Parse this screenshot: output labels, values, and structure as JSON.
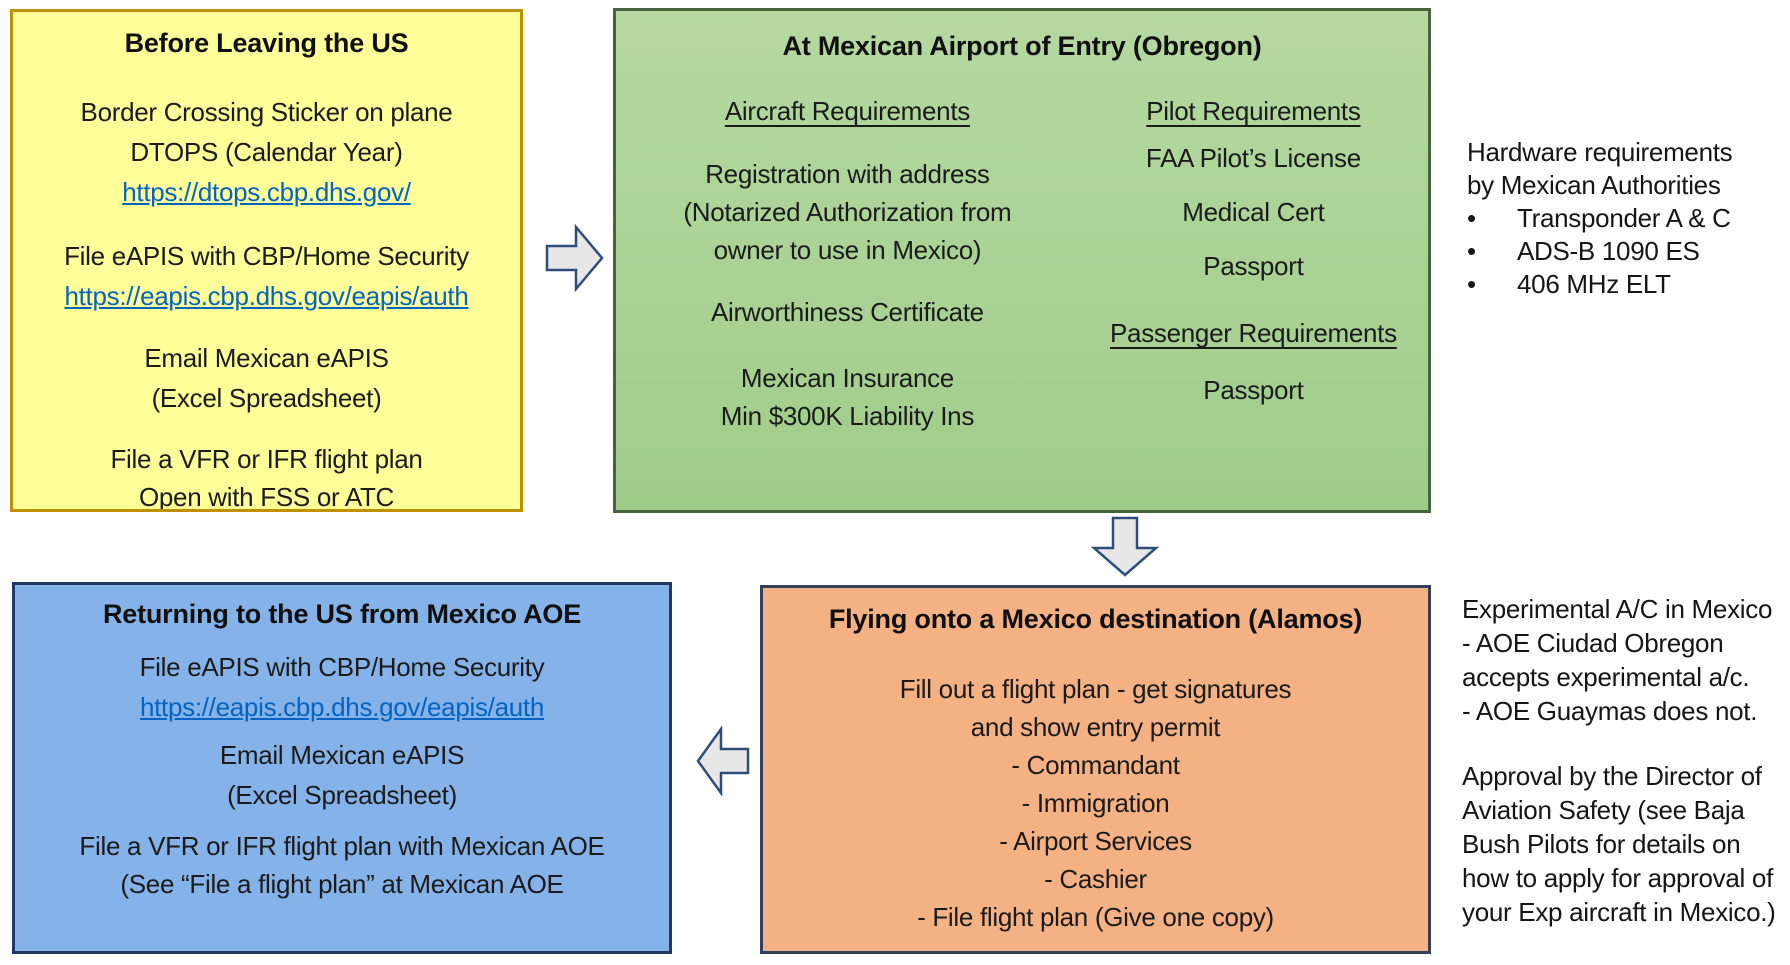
{
  "boxes": {
    "before_leaving": {
      "title": "Before Leaving the US",
      "p1_l1": "Border Crossing Sticker on plane",
      "p1_l2": "DTOPS (Calendar Year)",
      "p1_link": "https://dtops.cbp.dhs.gov/",
      "p2_l1": "File eAPIS with CBP/Home Security",
      "p2_link": "https://eapis.cbp.dhs.gov/eapis/auth",
      "p3_l1": "Email Mexican eAPIS",
      "p3_l2": "(Excel Spreadsheet)",
      "p4_l1": "File a VFR or IFR flight plan",
      "p4_l2": "Open with FSS or ATC"
    },
    "at_aoe": {
      "title": "At Mexican Airport of Entry (Obregon)",
      "aircraft": {
        "heading": "Aircraft Requirements",
        "l1": "Registration with address",
        "l2": "(Notarized Authorization from",
        "l3": "owner to use in Mexico)",
        "l4": "Airworthiness Certificate",
        "l5": "Mexican Insurance",
        "l6": "Min $300K Liability Ins"
      },
      "pilot": {
        "heading": "Pilot Requirements",
        "l1": "FAA Pilot’s License",
        "l2": "Medical Cert",
        "l3": "Passport"
      },
      "passenger": {
        "heading": "Passenger Requirements",
        "l1": "Passport"
      }
    },
    "returning": {
      "title": "Returning to the US from Mexico AOE",
      "l1": "File eAPIS with CBP/Home Security",
      "link": "https://eapis.cbp.dhs.gov/eapis/auth",
      "l2": "Email Mexican eAPIS",
      "l3": "(Excel Spreadsheet)",
      "l4": "File a VFR or IFR flight plan with Mexican AOE",
      "l5": "(See “File a flight plan” at Mexican AOE"
    },
    "flying_on": {
      "title": "Flying onto a Mexico destination (Alamos)",
      "l1": "Fill out a flight plan - get signatures",
      "l2": "and show entry permit",
      "l3": "- Commandant",
      "l4": "- Immigration",
      "l5": "- Airport Services",
      "l6": "- Cashier",
      "l7": "- File flight plan (Give one copy)"
    }
  },
  "side_notes": {
    "hardware": {
      "l1": "Hardware requirements",
      "l2": "by Mexican Authorities",
      "bullets": [
        "Transponder A & C",
        "ADS-B 1090 ES",
        "406 MHz ELT"
      ]
    },
    "experimental": {
      "l1": "Experimental A/C in Mexico",
      "l2": "- AOE Ciudad Obregon",
      "l3": "accepts experimental a/c.",
      "l4": "- AOE Guaymas does not.",
      "l5": "Approval by the Director of",
      "l6": "Aviation Safety (see Baja",
      "l7": "Bush Pilots for details on",
      "l8": "how to apply for approval of",
      "l9": "your Exp aircraft in Mexico.)"
    }
  },
  "icons": {
    "bullet_glyph": "•",
    "arrow_right": "right-block-arrow",
    "arrow_down": "down-block-arrow",
    "arrow_left": "left-block-arrow"
  },
  "colors": {
    "yellow_fill": "#FFFF99",
    "yellow_border": "#BF9000",
    "green_fill_top": "#B5D9A1",
    "green_fill_bottom": "#A0CC8A",
    "green_border": "#48643C",
    "blue_fill": "#85B3E9",
    "blue_border": "#1F3864",
    "orange_fill": "#F4B183",
    "orange_border": "#33405A",
    "arrow_fill": "#E8E7E7",
    "arrow_border": "#2E4D7B",
    "link_color": "#0563C1"
  }
}
